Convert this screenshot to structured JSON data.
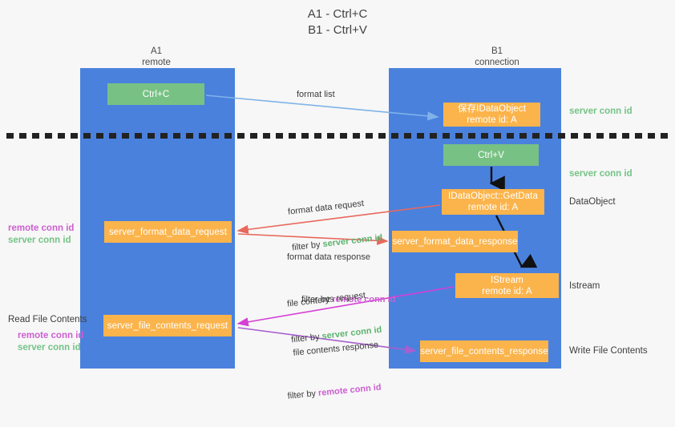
{
  "title": "A1 - Ctrl+C\nB1 - Ctrl+V",
  "columns": {
    "a1": "A1\nremote",
    "b1": "B1\nconnection"
  },
  "colors": {
    "lane_blue": "#4a81dd",
    "node_green": "#78c184",
    "node_orange": "#fbb44c",
    "server_conn_green": "#74c386",
    "remote_conn_purple": "#cc5fd0",
    "arrow_lightblue": "#7fb3e8",
    "arrow_red": "#e8685c",
    "arrow_magenta": "#d63fd6",
    "arrow_purple": "#a85fd0",
    "arrow_black": "#111111",
    "background": "#f7f7f7"
  },
  "nodes": {
    "ctrl_c": {
      "line1": "Ctrl+C",
      "line2": ""
    },
    "save_idataobject": {
      "line1": "保存IDataObject",
      "line2": "remote id: A"
    },
    "ctrl_v": {
      "line1": "Ctrl+V",
      "line2": ""
    },
    "getdata": {
      "line1": "IDataObject::GetData",
      "line2": "remote id: A"
    },
    "format_data_request": {
      "line1": "server_format_data_request",
      "line2": ""
    },
    "format_data_response": {
      "line1": "server_format_data_response",
      "line2": ""
    },
    "istream": {
      "line1": "IStream",
      "line2": "remote id: A"
    },
    "file_contents_request": {
      "line1": "server_file_contents_request",
      "line2": ""
    },
    "file_contents_response": {
      "line1": "server_file_contents_response",
      "line2": ""
    }
  },
  "edge_labels": {
    "format_list": "format list",
    "format_data_request": {
      "line1": "format data request",
      "prefix": "filter by ",
      "conn": "server conn id"
    },
    "format_data_response": {
      "line1": "format data response",
      "prefix": "filter by ",
      "conn": "remote conn id"
    },
    "file_contents_request": {
      "line1": "file contents request",
      "prefix": "filter by ",
      "conn": "server conn id"
    },
    "file_contents_response": {
      "line1": "file contents response",
      "prefix": "filter by ",
      "conn": "remote conn id"
    }
  },
  "annotations": {
    "right_server_conn_1": "server conn id",
    "right_server_conn_2": "server conn id",
    "dataobject": "DataObject",
    "istream": "Istream",
    "write_file_contents": "Write File Contents",
    "read_file_contents": "Read File Contents",
    "left_remote_conn_1": "remote conn id",
    "left_server_conn_1": "server conn id",
    "left_remote_conn_2": "remote conn id",
    "left_server_conn_2": "server conn id"
  }
}
